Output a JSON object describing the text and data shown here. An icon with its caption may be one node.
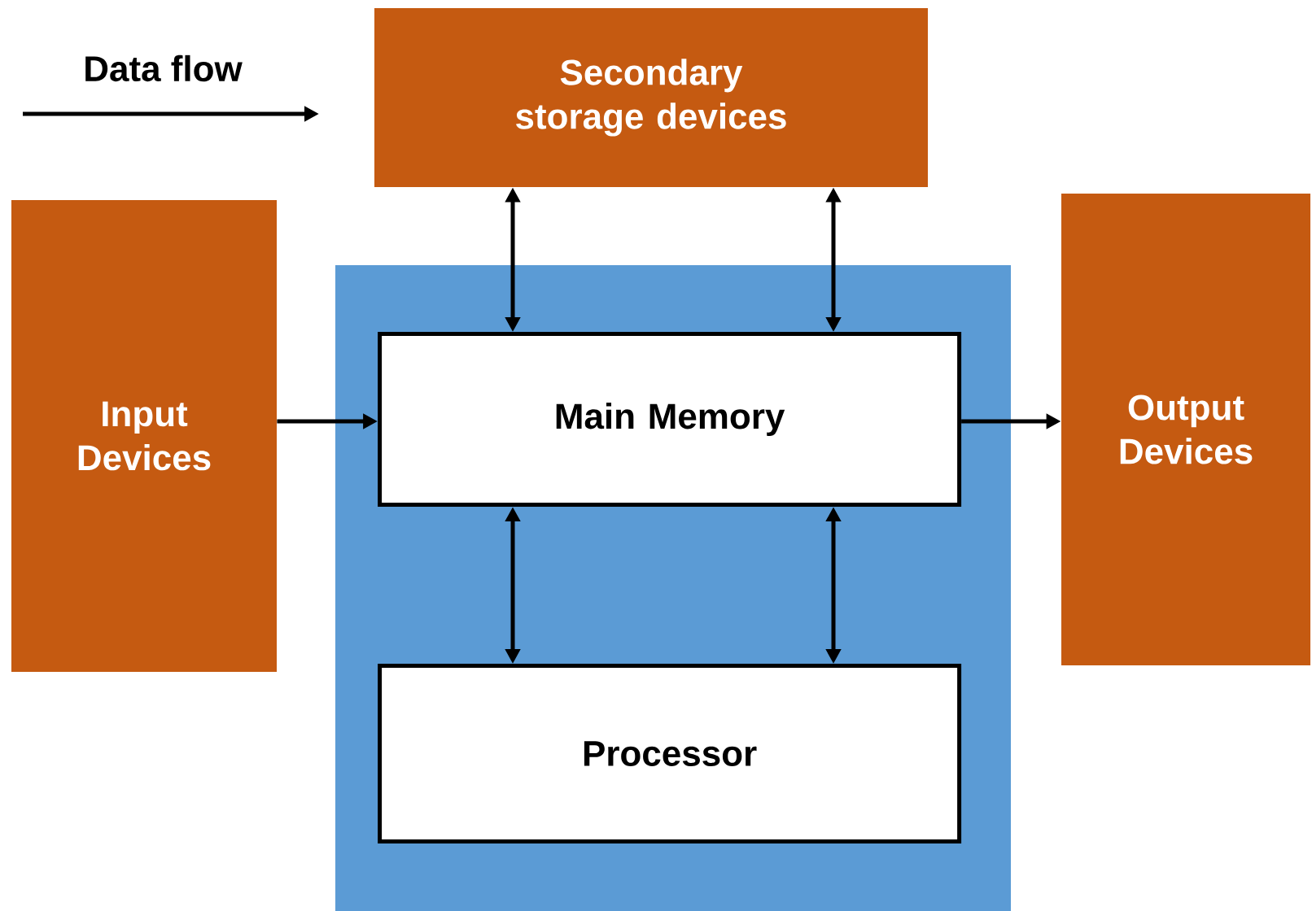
{
  "diagram": {
    "nodes": [
      {
        "text": [
          "Secondary storage devices"
        ]
      },
      {
        "text": [
          "Input Devices"
        ]
      },
      {
        "text": [],
        "shape": "box"
      },
      {
        "text": [
          "Main Memory"
        ],
        "in": 2
      },
      {
        "text": [
          "Processor"
        ],
        "in": 2
      },
      {
        "text": [
          "Output Devices"
        ]
      }
    ],
    "edges": [
      {
        "from": 0,
        "to": 3,
        "arrow": "both"
      },
      {
        "from": 0,
        "to": 3,
        "arrow": "both"
      },
      {
        "from": 1,
        "to": 3,
        "arrow": "to"
      },
      {
        "from": 3,
        "to": 5,
        "arrow": "to"
      },
      {
        "from": 3,
        "to": 4,
        "arrow": "both"
      },
      {
        "from": 3,
        "to": 4,
        "arrow": "both"
      }
    ],
    "legend": [
      {
        "text": "Data flow"
      }
    ]
  }
}
